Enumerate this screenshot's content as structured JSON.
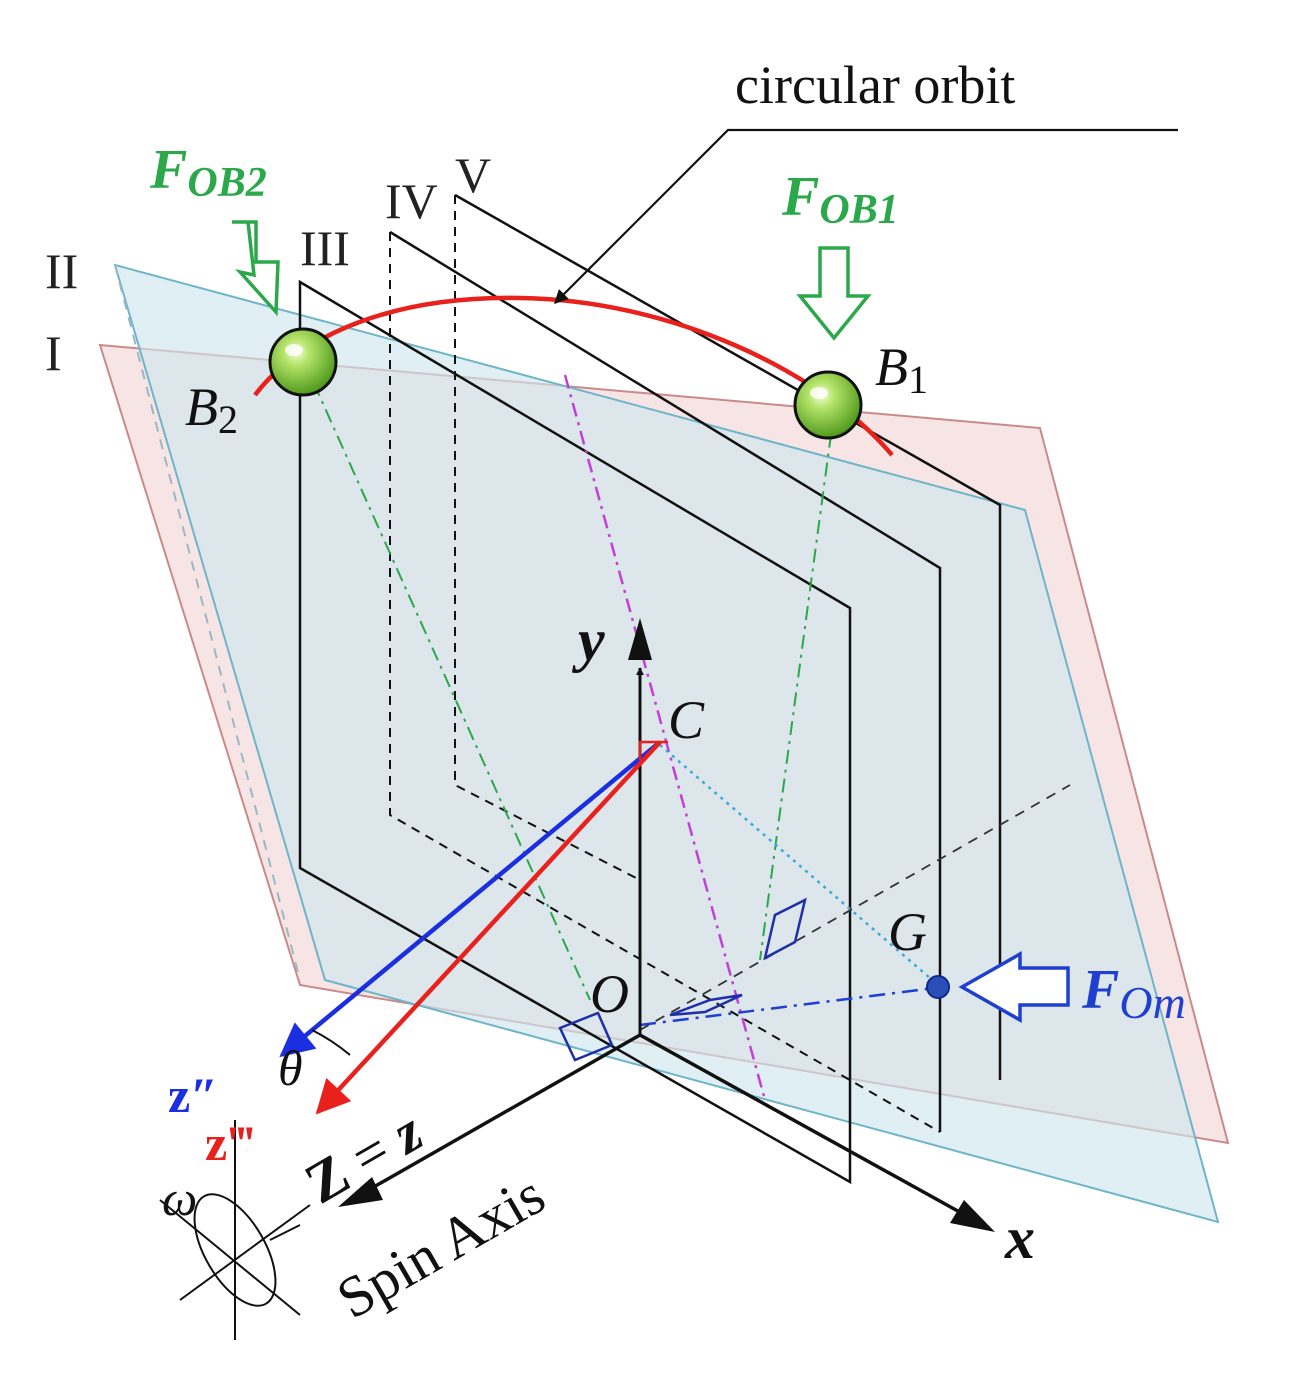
{
  "labels": {
    "orbit": "circular orbit",
    "plane_1": "I",
    "plane_2": "II",
    "plane_3": "III",
    "plane_4": "IV",
    "plane_5": "V",
    "force_ob1_main": "F",
    "force_ob1_sub": "OB1",
    "force_ob2_main": "F",
    "force_ob2_sub": "OB2",
    "force_om_main": "F",
    "force_om_sub": "Om",
    "ball_1_main": "B",
    "ball_1_sub": "1",
    "ball_2_main": "B",
    "ball_2_sub": "2",
    "point_c": "C",
    "point_g": "G",
    "point_o": "O",
    "axis_y": "y",
    "axis_x": "x",
    "axis_z2": "z″",
    "axis_z3": "z‴",
    "theta": "θ",
    "omega": "ω",
    "z_eq_left": "Z",
    "z_eq_sign": " = ",
    "z_eq_right": "z",
    "spin_axis": "Spin Axis"
  },
  "colors": {
    "plane_red_fill": "#f4dcdc",
    "plane_red_stroke": "#c98a8a",
    "plane_blue_fill": "#cfe6ee",
    "plane_blue_stroke": "#6fb5c9",
    "orbit": "#e8211d",
    "force_green": "#2aa84a",
    "ball_green": "#8ccf45",
    "z_blue": "#1c2fe0",
    "z_red": "#e8211d",
    "om_blue": "#1f3fd0",
    "purple": "#c040d8",
    "cyan": "#3aa8d8",
    "black": "#111111"
  }
}
